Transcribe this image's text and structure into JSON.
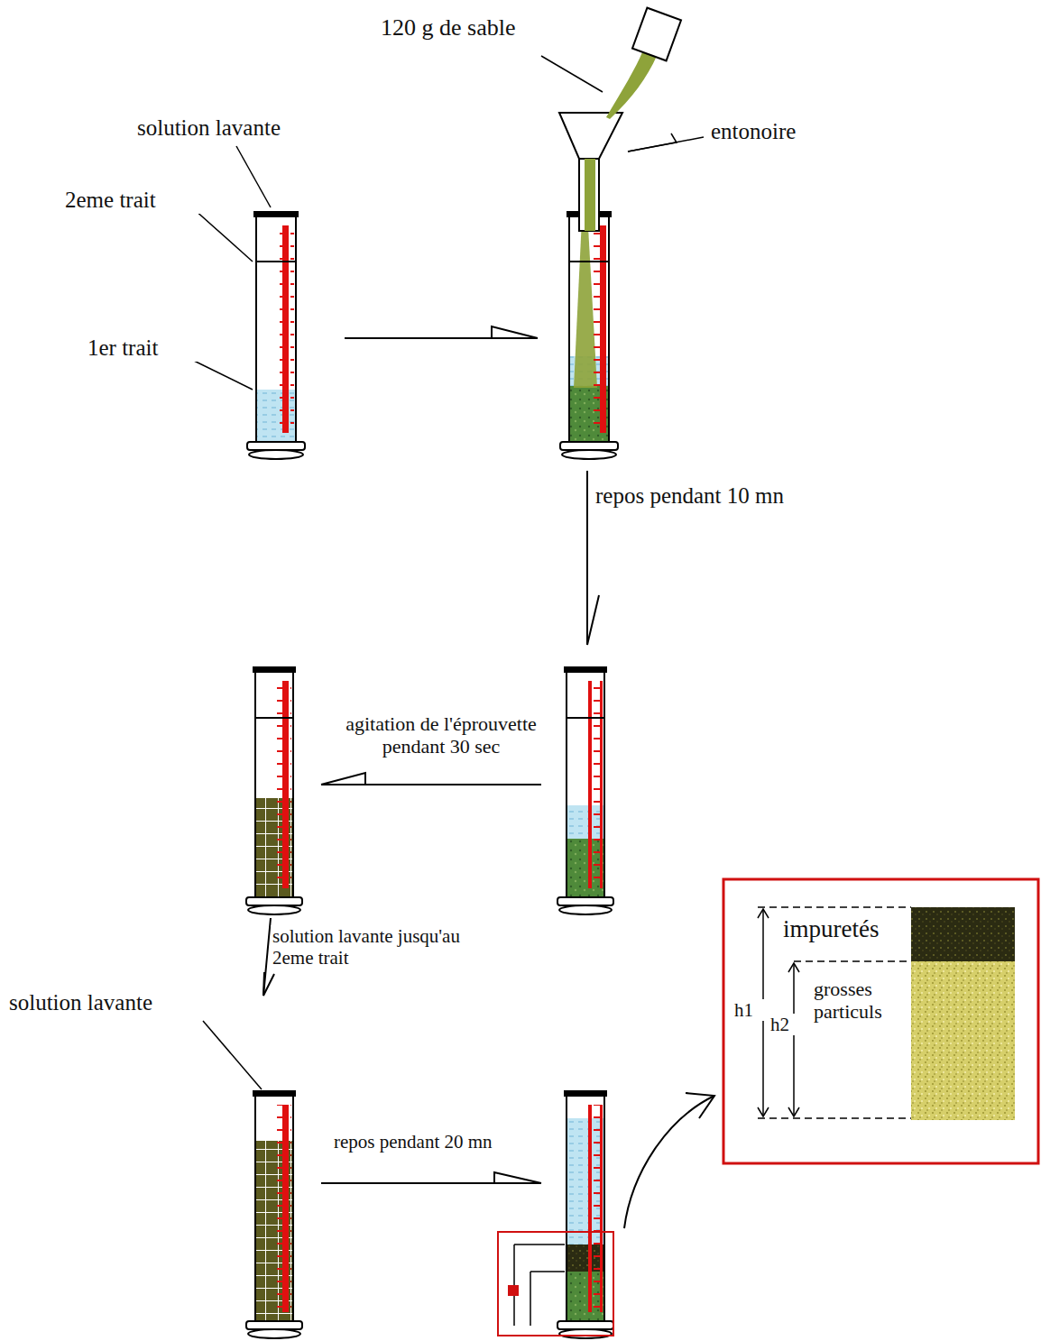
{
  "diagram": {
    "labels": [
      "120 g de sable",
      "solution lavante",
      "2eme trait",
      "1er trait",
      "entonoire",
      "repos pendant 10 mn",
      "agitation de l'éprouvette pendant 30 sec",
      "solution lavante jusqu'au 2eme trait",
      "solution lavante",
      "repos pendant 20 mn",
      "impuretés",
      "grosses particuls",
      "h1",
      "h2"
    ]
  }
}
